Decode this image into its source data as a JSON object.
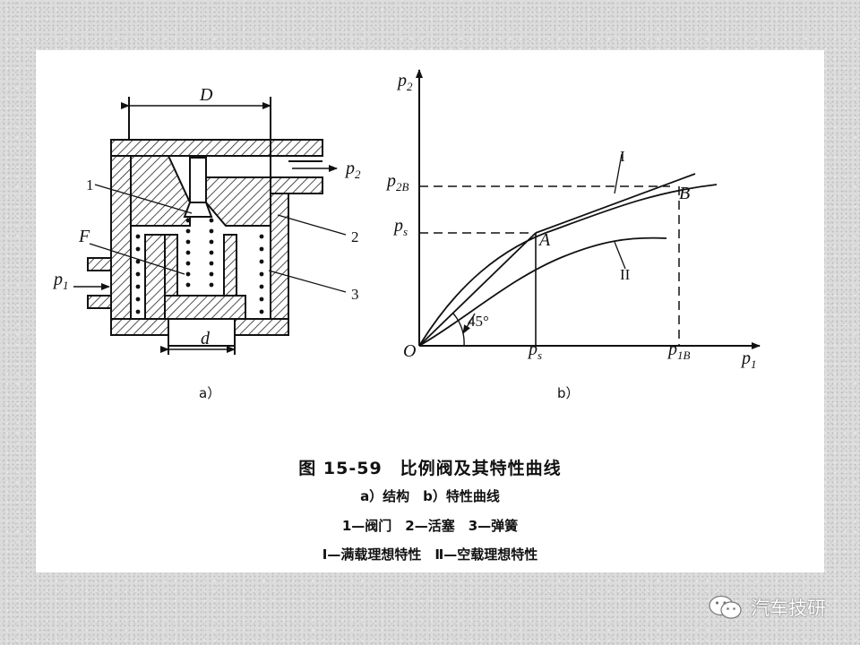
{
  "figure": {
    "a": {
      "panel_label": "a）",
      "dim_D": "D",
      "dim_d": "d",
      "label_F": "F",
      "p2_main": "p",
      "p2_sub": "2",
      "p1_main": "p",
      "p1_sub": "1",
      "callouts": [
        "1",
        "2",
        "3"
      ]
    },
    "b": {
      "panel_label": "b）",
      "axis_y_main": "p",
      "axis_y_sub": "2",
      "axis_x_main": "p",
      "axis_x_sub": "1",
      "origin": "O",
      "p2B_main": "p",
      "p2B_sub": "2B",
      "ps_y_main": "p",
      "ps_y_sub": "s",
      "ps_x_main": "p",
      "ps_x_sub": "s",
      "p1B_main": "p",
      "p1B_sub": "1B",
      "point_A": "A",
      "point_B": "B",
      "curve_I": "I",
      "curve_II": "II",
      "angle": "45°"
    }
  },
  "caption": {
    "title": "图 15-59　比例阀及其特性曲线",
    "subtitle": "a）结构　b）特性曲线",
    "parts": "1—阀门　2—活塞　3—弹簧",
    "curves": "Ⅰ—满载理想特性　Ⅱ—空载理想特性"
  },
  "watermark": {
    "text": "汽车技研",
    "icon": "wechat-icon"
  }
}
